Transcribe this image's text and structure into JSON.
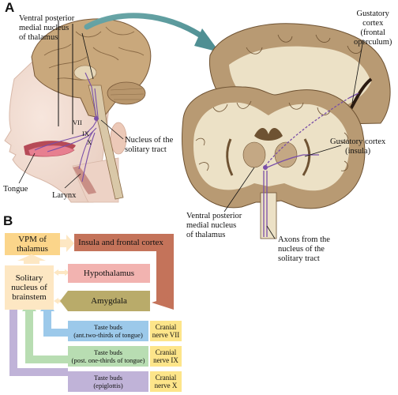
{
  "panel_a": {
    "letter": "A",
    "labels": {
      "vpm_top_1": "Ventral posterior",
      "vpm_top_2": "medial nucleus",
      "vpm_top_3": "of thalamus",
      "nucleus_solitary_1": "Nucleus of the",
      "nucleus_solitary_2": "solitary tract",
      "tongue": "Tongue",
      "larynx": "Larynx",
      "nerve_vii": "VII",
      "nerve_ix": "IX",
      "nerve_x": "X",
      "gust_front_1": "Gustatory",
      "gust_front_2": "cortex",
      "gust_front_3": "(frontal",
      "gust_front_4": "operculum)",
      "gust_insula_1": "Gustatory cortex",
      "gust_insula_2": "(insula)",
      "vpm_bottom_1": "Ventral posterior",
      "vpm_bottom_2": "medial nucleus",
      "vpm_bottom_3": "of thalamus",
      "axons_1": "Axons from the",
      "axons_2": "nucleus of the",
      "axons_3": "solitary tract"
    }
  },
  "panel_b": {
    "letter": "B",
    "vpm_1": "VPM of",
    "vpm_2": "thalamus",
    "solitary_1": "Solitary",
    "solitary_2": "nucleus of",
    "solitary_3": "brainstem",
    "insula": "Insula and frontal cortex",
    "hypothalamus": "Hypothalamus",
    "amygdala": "Amygdala",
    "taste_vii_1": "Taste buds",
    "taste_vii_2": "(ant.two-thirds of tongue)",
    "taste_ix_1": "Taste buds",
    "taste_ix_2": "(post. one-thirds of tongue)",
    "taste_x_1": "Taste buds",
    "taste_x_2": "(epiglottis)",
    "cn_vii_1": "Cranial",
    "cn_vii_2": "nerve VII",
    "cn_ix_1": "Cranial",
    "cn_ix_2": "nerve IX",
    "cn_x_1": "Cranial",
    "cn_x_2": "nerve X"
  },
  "colors": {
    "vpm_box": "#fbd58a",
    "solitary_box": "#fde7c3",
    "insula_arrow": "#c4735a",
    "hypothalamus_arrow": "#f2b3b0",
    "amygdala_arrow": "#b9ab6a",
    "taste_vii": "#9cc9ea",
    "taste_ix": "#b8ddb2",
    "taste_x": "#c0b3d8",
    "cranial_box": "#fde58a",
    "pathway": "#7a4fa8",
    "brain_tissue": "#b89a73",
    "white_matter": "#ece1c6"
  }
}
